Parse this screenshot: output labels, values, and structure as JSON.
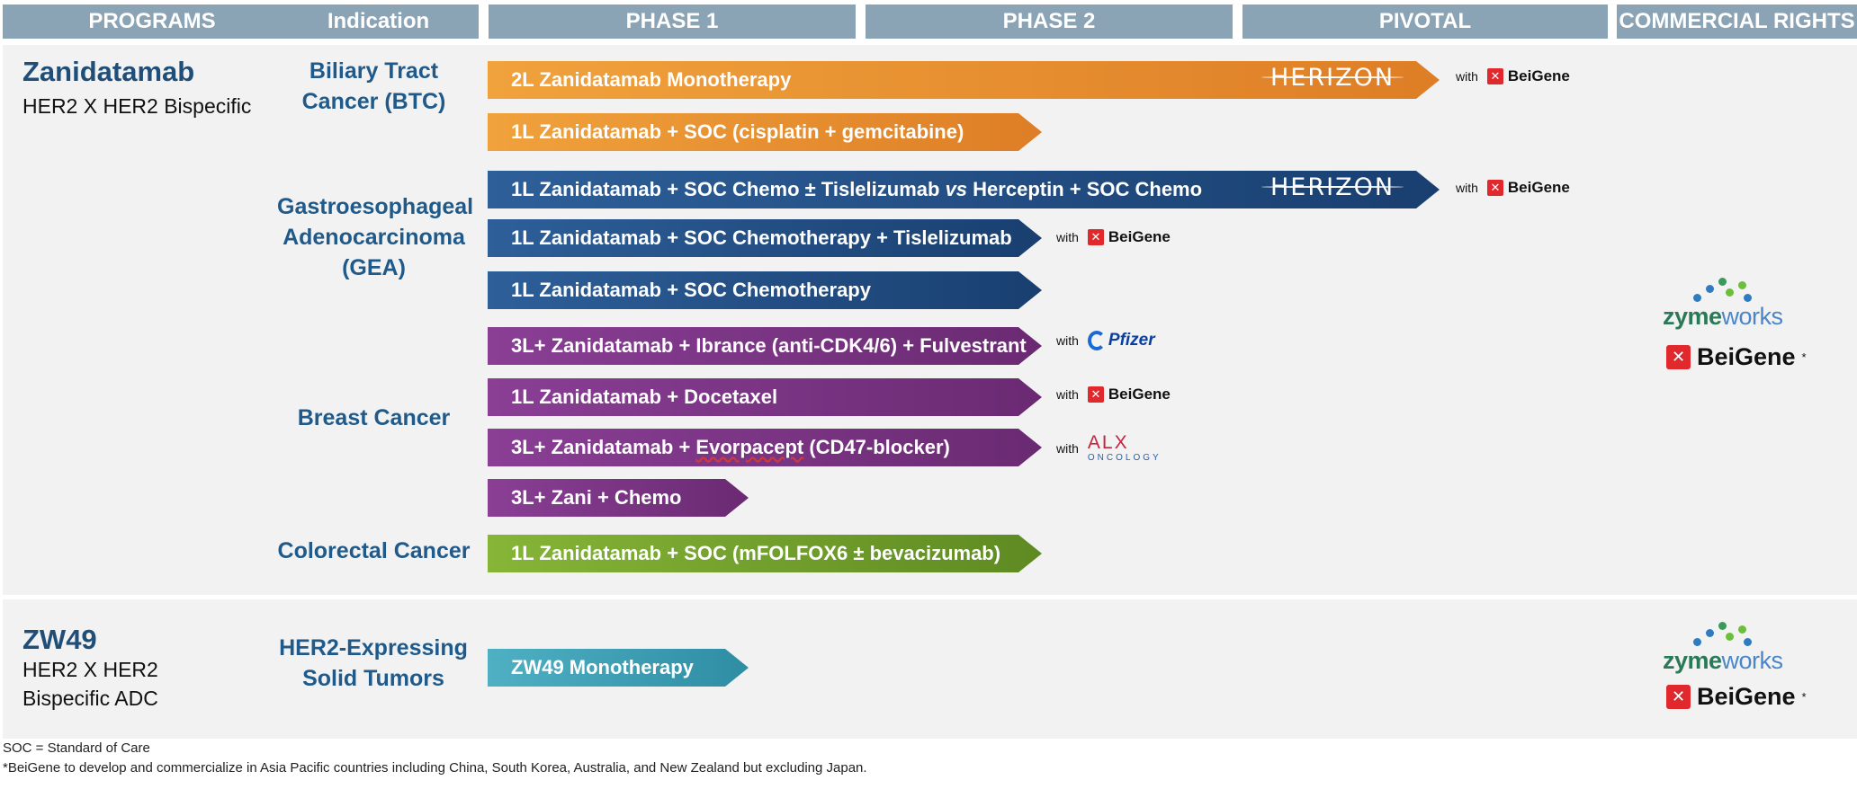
{
  "headers": {
    "programs": "PROGRAMS",
    "indication": "Indication",
    "phase1": "PHASE 1",
    "phase2": "PHASE 2",
    "pivotal": "PIVOTAL",
    "commercial": "COMMERCIAL RIGHTS"
  },
  "colors": {
    "header": "#8aa3b5",
    "btc": "#e8902c",
    "gea": "#1e4d85",
    "breast": "#7a3585",
    "crc": "#6e9d2c",
    "zw49": "#3a9cb0"
  },
  "programs": [
    {
      "name": "Zanidatamab",
      "subtitle": "HER2 X HER2 Bispecific",
      "indications": {
        "btc": "Biliary Tract Cancer (BTC)",
        "gea": "Gastroesophageal Adenocarcinoma (GEA)",
        "breast": "Breast Cancer",
        "crc": "Colorectal Cancer"
      },
      "trials": [
        {
          "label": "2L Zanidatamab Monotherapy",
          "stage": "pivotal",
          "trial_name": "HERIZON",
          "partner": "with",
          "partner_logo": "BeiGene"
        },
        {
          "label": "1L Zanidatamab + SOC (cisplatin + gemcitabine)",
          "stage": "phase2"
        },
        {
          "label_pre": "1L Zanidatamab + SOC Chemo ± Tislelizumab ",
          "label_vs": "vs",
          "label_post": " Herceptin + SOC Chemo",
          "stage": "pivotal",
          "trial_name": "HERIZON",
          "partner": "with",
          "partner_logo": "BeiGene"
        },
        {
          "label": "1L Zanidatamab + SOC Chemotherapy + Tislelizumab",
          "stage": "phase2",
          "partner": "with",
          "partner_logo": "BeiGene"
        },
        {
          "label": "1L Zanidatamab + SOC Chemotherapy",
          "stage": "phase2"
        },
        {
          "label": "3L+ Zanidatamab + Ibrance (anti-CDK4/6) + Fulvestrant",
          "stage": "phase2",
          "partner": "with",
          "partner_logo": "Pfizer"
        },
        {
          "label": "1L Zanidatamab + Docetaxel",
          "stage": "phase2",
          "partner": "with",
          "partner_logo": "BeiGene"
        },
        {
          "label_pre": "3L+ Zanidatamab + ",
          "label_squig": "Evorpacept",
          "label_post": " (CD47-blocker)",
          "stage": "phase2",
          "partner": "with",
          "partner_logo_a": "ALX",
          "partner_logo_b": "ONCOLOGY"
        },
        {
          "label": "3L+ Zani + Chemo",
          "stage": "phase1"
        },
        {
          "label": "1L Zanidatamab + SOC (mFOLFOX6 ± bevacizumab)",
          "stage": "phase2"
        }
      ],
      "rights": {
        "zymeworks_a": "zyme",
        "zymeworks_b": "works",
        "beigene": "BeiGene",
        "asterisk": "*"
      }
    },
    {
      "name": "ZW49",
      "subtitle_1": "HER2 X HER2",
      "subtitle_2": "Bispecific ADC",
      "indication": "HER2-Expressing Solid Tumors",
      "trials": [
        {
          "label": "ZW49 Monotherapy",
          "stage": "phase1"
        }
      ],
      "rights": {
        "zymeworks_a": "zyme",
        "zymeworks_b": "works",
        "beigene": "BeiGene",
        "asterisk": "*"
      }
    }
  ],
  "footnotes": {
    "soc": "SOC = Standard of Care",
    "beigene": "*BeiGene to develop and commercialize in Asia Pacific countries including China, South Korea, Australia, and New Zealand but excluding Japan."
  }
}
